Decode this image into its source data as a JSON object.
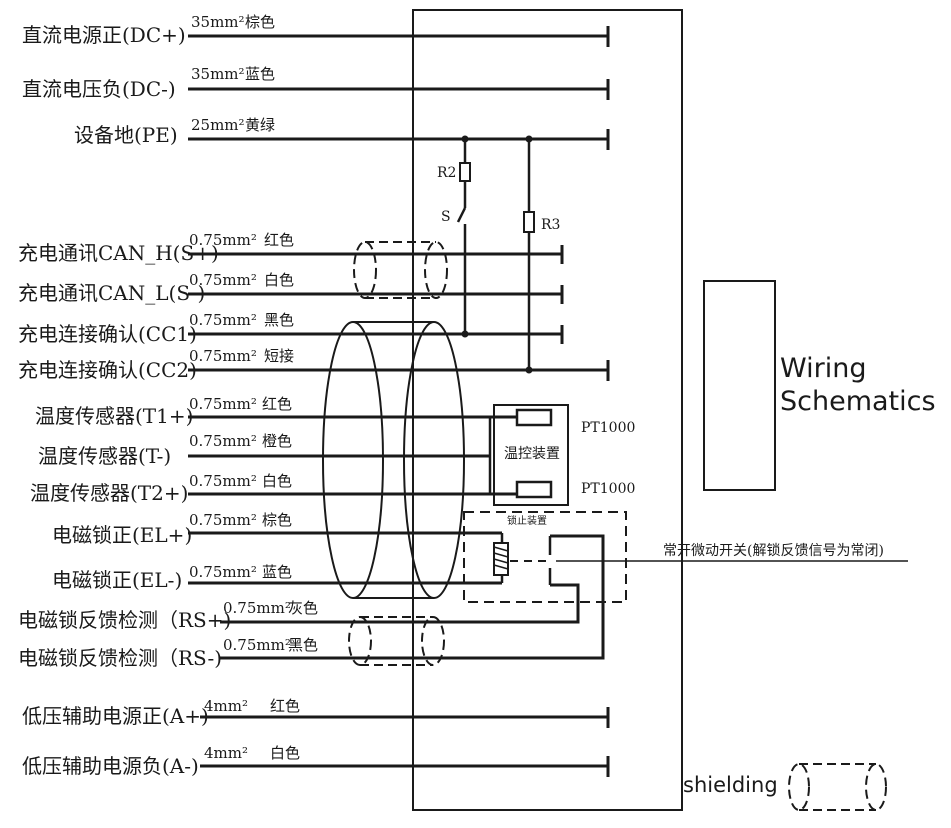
{
  "wires": [
    {
      "label": "直流电源正(DC+)",
      "gauge": "35mm²",
      "color": "棕色"
    },
    {
      "label": "直流电压负(DC-)",
      "gauge": "35mm²",
      "color": "蓝色"
    },
    {
      "label": "设备地(PE)",
      "gauge": "25mm²",
      "color": "黄绿"
    },
    {
      "label": "充电通讯CAN_H(S+)",
      "gauge": "0.75mm²",
      "color": "红色"
    },
    {
      "label": "充电通讯CAN_L(S-)",
      "gauge": "0.75mm²",
      "color": "白色"
    },
    {
      "label": "充电连接确认(CC1)",
      "gauge": "0.75mm²",
      "color": "黑色"
    },
    {
      "label": "充电连接确认(CC2)",
      "gauge": "0.75mm²",
      "color": "短接"
    },
    {
      "label": "温度传感器(T1+)",
      "gauge": "0.75mm²",
      "color": "红色"
    },
    {
      "label": "温度传感器(T-)",
      "gauge": "0.75mm²",
      "color": "橙色"
    },
    {
      "label": "温度传感器(T2+)",
      "gauge": "0.75mm²",
      "color": "白色"
    },
    {
      "label": "电磁锁正(EL+)",
      "gauge": "0.75mm²",
      "color": "棕色"
    },
    {
      "label": "电磁锁正(EL-)",
      "gauge": "0.75mm²",
      "color": "蓝色"
    },
    {
      "label": "电磁锁反馈检测（RS+)",
      "gauge": "0.75mm²",
      "color": "灰色"
    },
    {
      "label": "电磁锁反馈检测（RS-)",
      "gauge": "0.75mm²",
      "color": "黑色"
    },
    {
      "label": "低压辅助电源正(A+)",
      "gauge": "4mm²",
      "color": "红色"
    },
    {
      "label": "低压辅助电源负(A-)",
      "gauge": "4mm²",
      "color": "白色"
    }
  ],
  "components": {
    "r2": "R2",
    "s": "S",
    "r3": "R3",
    "pt1": "PT1000",
    "pt2": "PT1000",
    "temp_ctrl": "温控装置",
    "lock_device": "锁止装置",
    "micro_switch": "常开微动开关(解锁反馈信号为常闭)"
  },
  "title": {
    "line1": "Wiring",
    "line2": "Schematics"
  },
  "legend": {
    "shielding": "shielding"
  },
  "colors": {
    "line": "#1a1a1a",
    "background": "#ffffff"
  }
}
